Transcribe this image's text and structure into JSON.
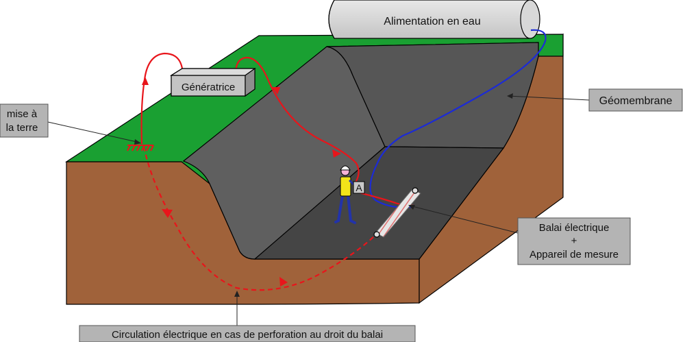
{
  "labels": {
    "water_supply": "Alimentation en eau",
    "generator": "Génératrice",
    "geomembrane": "Géomembrane",
    "grounding_line1": "mise à",
    "grounding_line2": "la terre",
    "broom_line1": "Balai électrique",
    "broom_line2": "+",
    "broom_line3": "Appareil de mesure",
    "ammeter": "A",
    "circulation": "Circulation électrique en cas de perforation au droit du balai"
  },
  "colors": {
    "grass": "#1aa032",
    "soil": "#a0623a",
    "liner_wall": "#5a5a5a",
    "liner_floor": "#454545",
    "label_box": "#b4b4b4",
    "current": "#e8151b",
    "water_hose": "#1c2bd6",
    "pipe": "#d2d2d2"
  },
  "icons": {
    "worker": "worker-figure-icon",
    "ground": "ground-symbol-icon",
    "broom": "electric-broom-icon"
  }
}
